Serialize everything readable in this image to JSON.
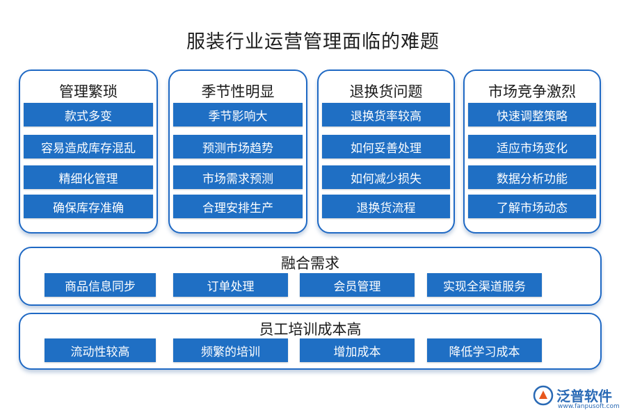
{
  "title": "服装行业运营管理面临的难题",
  "top_groups": [
    {
      "heading": "管理繁琐",
      "items": [
        "款式多变",
        "容易造成库存混乱",
        "精细化管理",
        "确保库存准确"
      ]
    },
    {
      "heading": "季节性明显",
      "items": [
        "季节影响大",
        "预测市场趋势",
        "市场需求预测",
        "合理安排生产"
      ]
    },
    {
      "heading": "退换货问题",
      "items": [
        "退换货率较高",
        "如何妥善处理",
        "如何减少损失",
        "退换货流程"
      ]
    },
    {
      "heading": "市场竞争激烈",
      "items": [
        "快速调整策略",
        "适应市场变化",
        "数据分析功能",
        "了解市场动态"
      ]
    }
  ],
  "bottom_groups": [
    {
      "heading": "融合需求",
      "items": [
        "商品信息同步",
        "订单处理",
        "会员管理",
        "实现全渠道服务"
      ]
    },
    {
      "heading": "员工培训成本高",
      "items": [
        "流动性较高",
        "频繁的培训",
        "增加成本",
        "降低学习成本"
      ]
    }
  ],
  "logo": {
    "name": "泛普软件",
    "url": "www.fanpusoft.com"
  },
  "colors": {
    "accent": "#1f6fc4",
    "border": "#1f69c4",
    "title": "#1d1d1d"
  }
}
